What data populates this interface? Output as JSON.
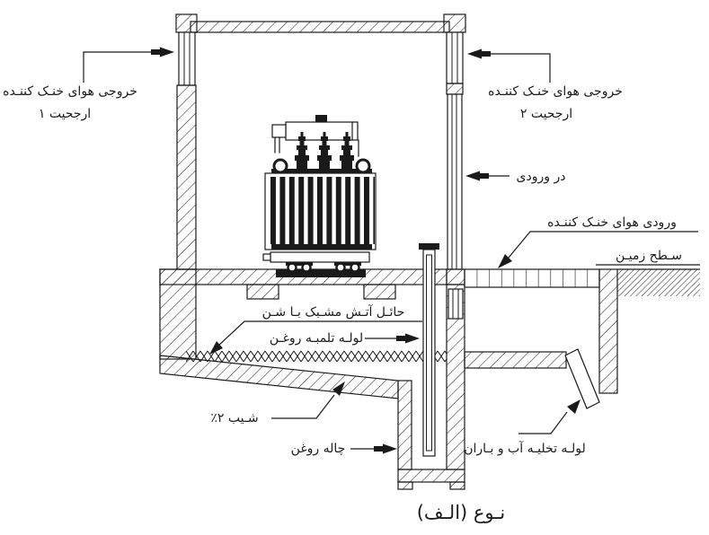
{
  "diagram": {
    "caption": "نـوع (الـف)",
    "labels": {
      "outlet1_line1": "خروجی هوای خنـک کننـده",
      "outlet1_line2": "ارجحیت ۱",
      "outlet2_line1": "خروجی هوای خنـک کننـده",
      "outlet2_line2": "ارجحیت ۲",
      "door": "در ورودی",
      "air_inlet": "ورودی هوای خنـک کننـده",
      "ground": "سـطح زمیـن",
      "fire_barrier": "حائـل آتـش مشـبک بـا شـن",
      "oil_pipe": "لولـه تلمبـه روغـن",
      "slope": "شـیب ۲٪",
      "oil_pit": "چاله روغن",
      "drain": "لولـه تخلیـه آب و بـاران"
    },
    "colors": {
      "line": "#1a1a1a",
      "background": "#ffffff"
    }
  }
}
